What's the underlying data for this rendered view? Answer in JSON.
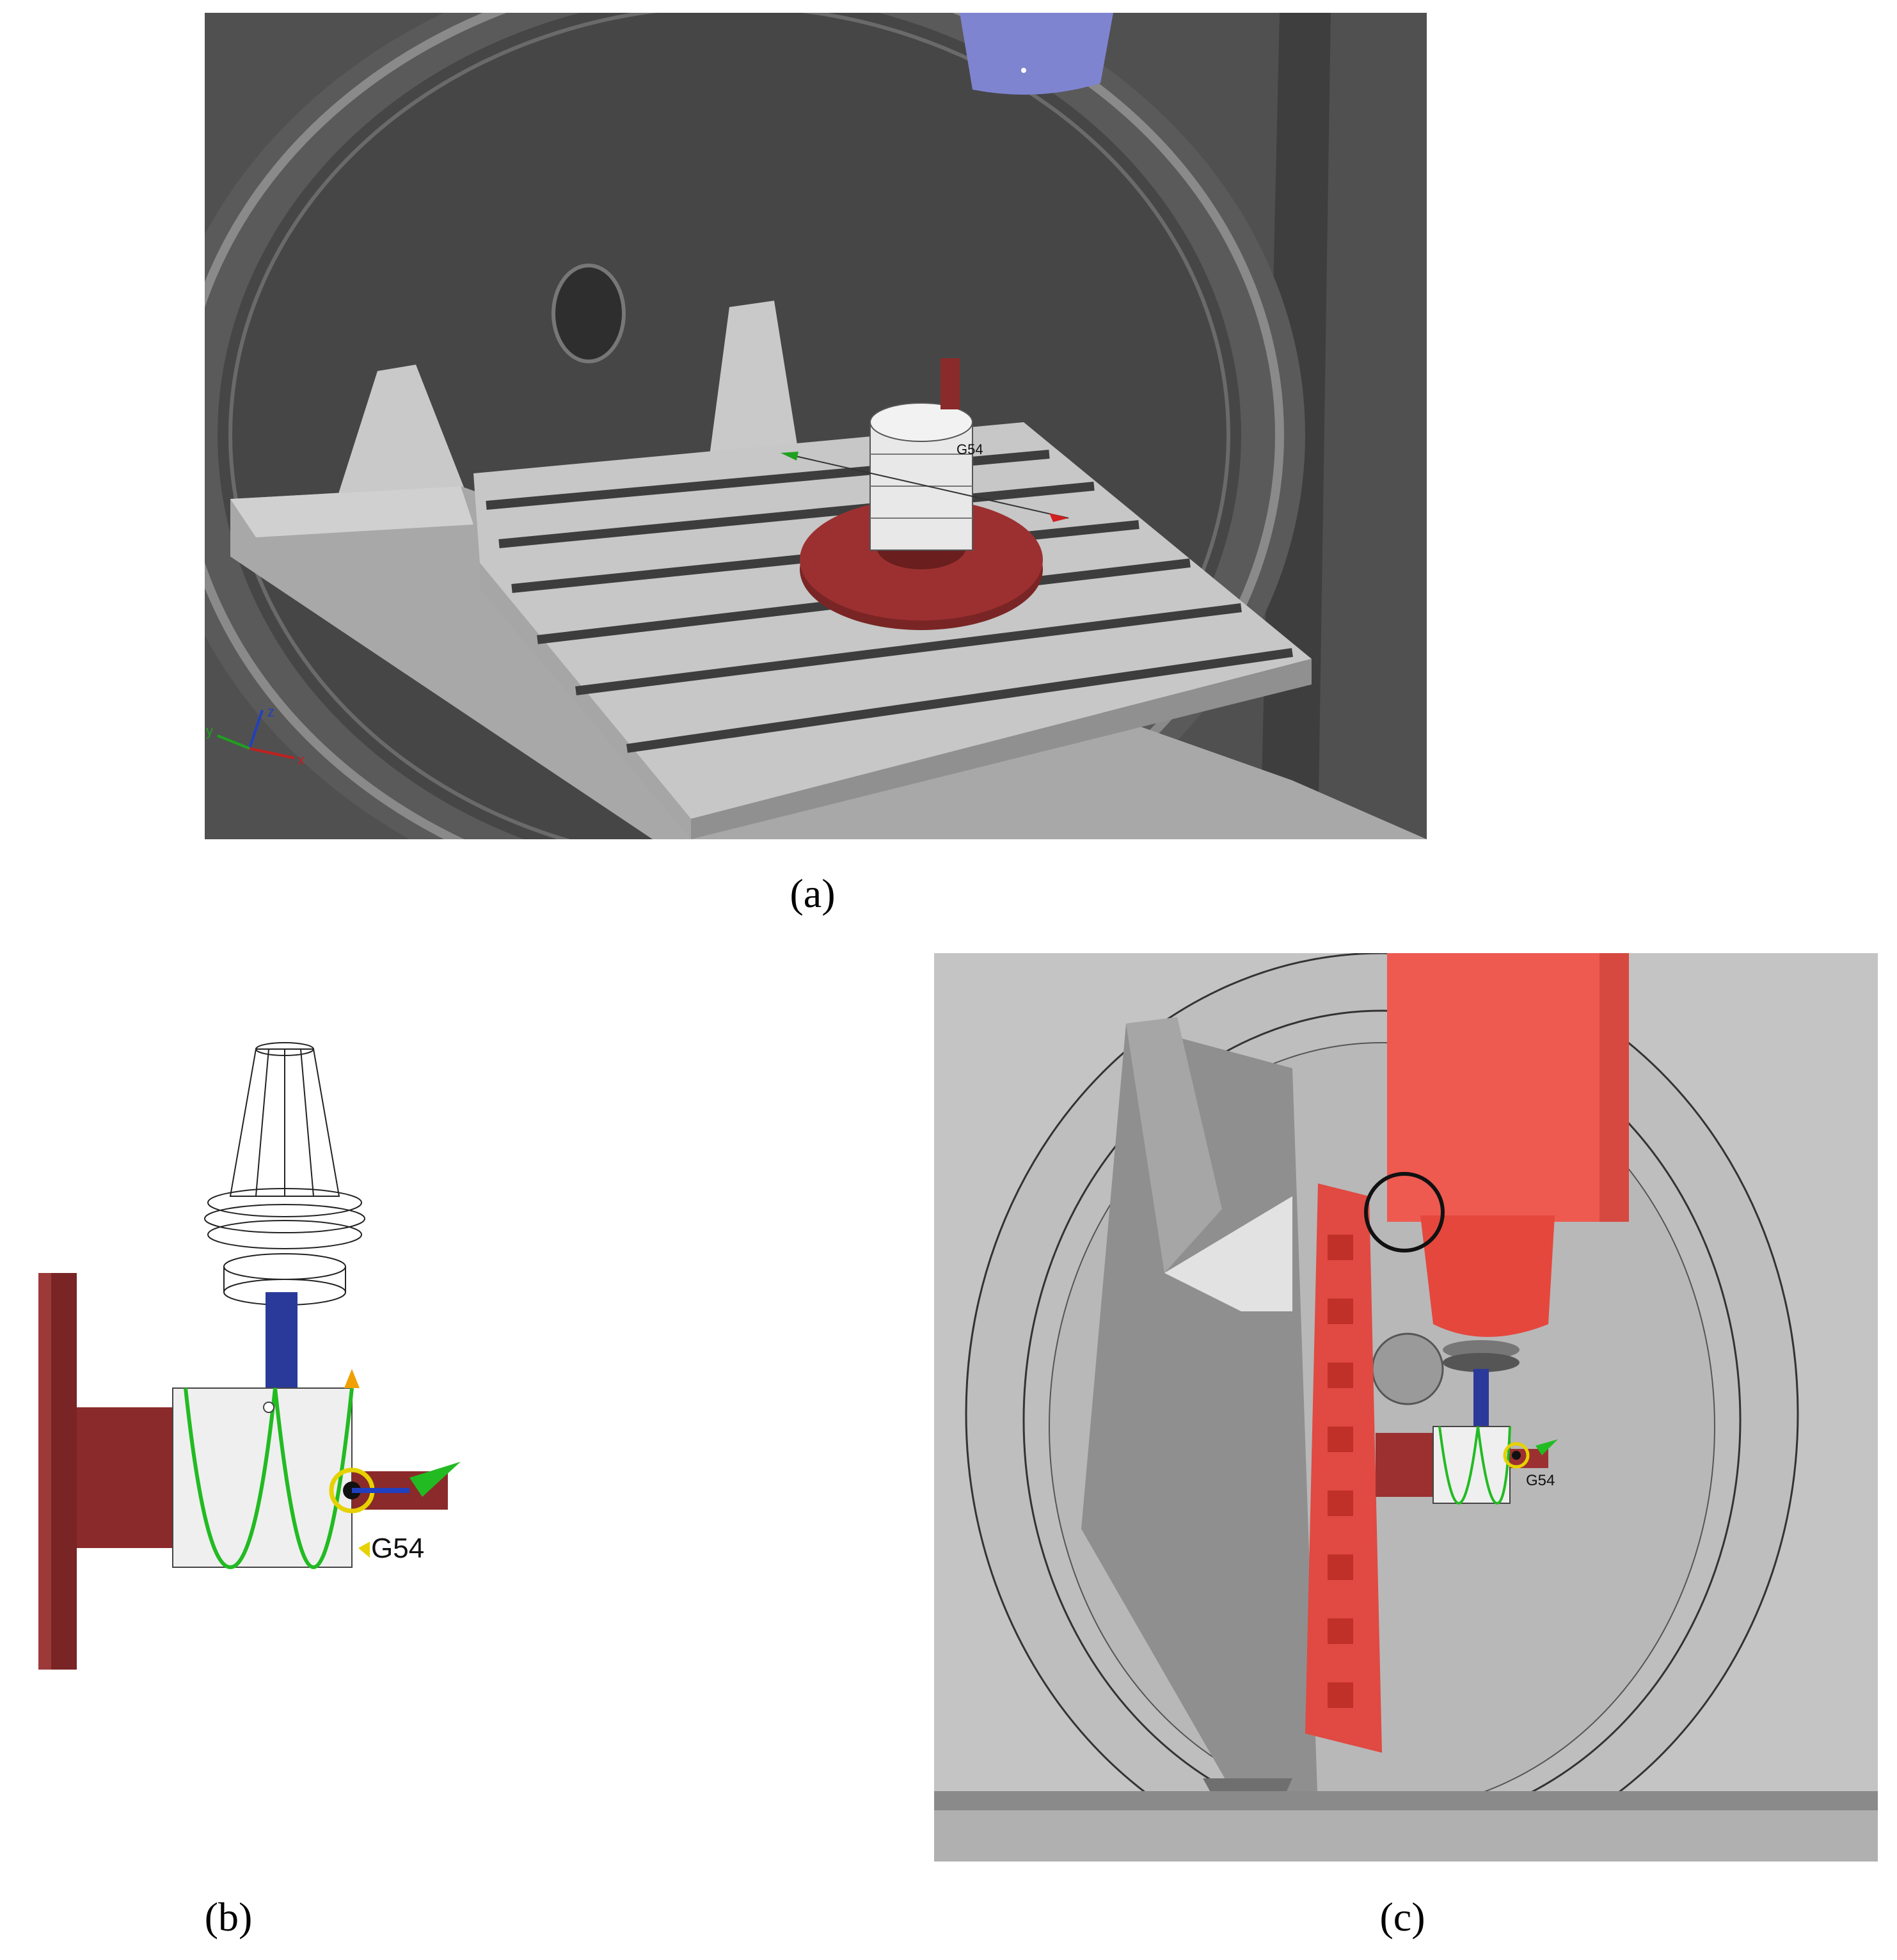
{
  "panels": {
    "a": {
      "caption": "(a)",
      "work_offset": "G54",
      "triad": {
        "x": "x",
        "y": "y",
        "z": "z"
      }
    },
    "b": {
      "caption": "(b)",
      "work_offset": "G54"
    },
    "c": {
      "caption": "(c)",
      "work_offset": "G54"
    }
  },
  "colors": {
    "machine_dark": "#4a4a4a",
    "machine_light": "#bdbdbd",
    "part_red": "#8b2a2a",
    "spindle_red": "#ee5a50",
    "spindle_blue": "#7f84d0",
    "toolpath_green": "#22bb22",
    "highlight_yellow": "#e6d200"
  },
  "icons": [
    "axis-triad-icon",
    "origin-marker-icon",
    "collision-circle-icon"
  ]
}
